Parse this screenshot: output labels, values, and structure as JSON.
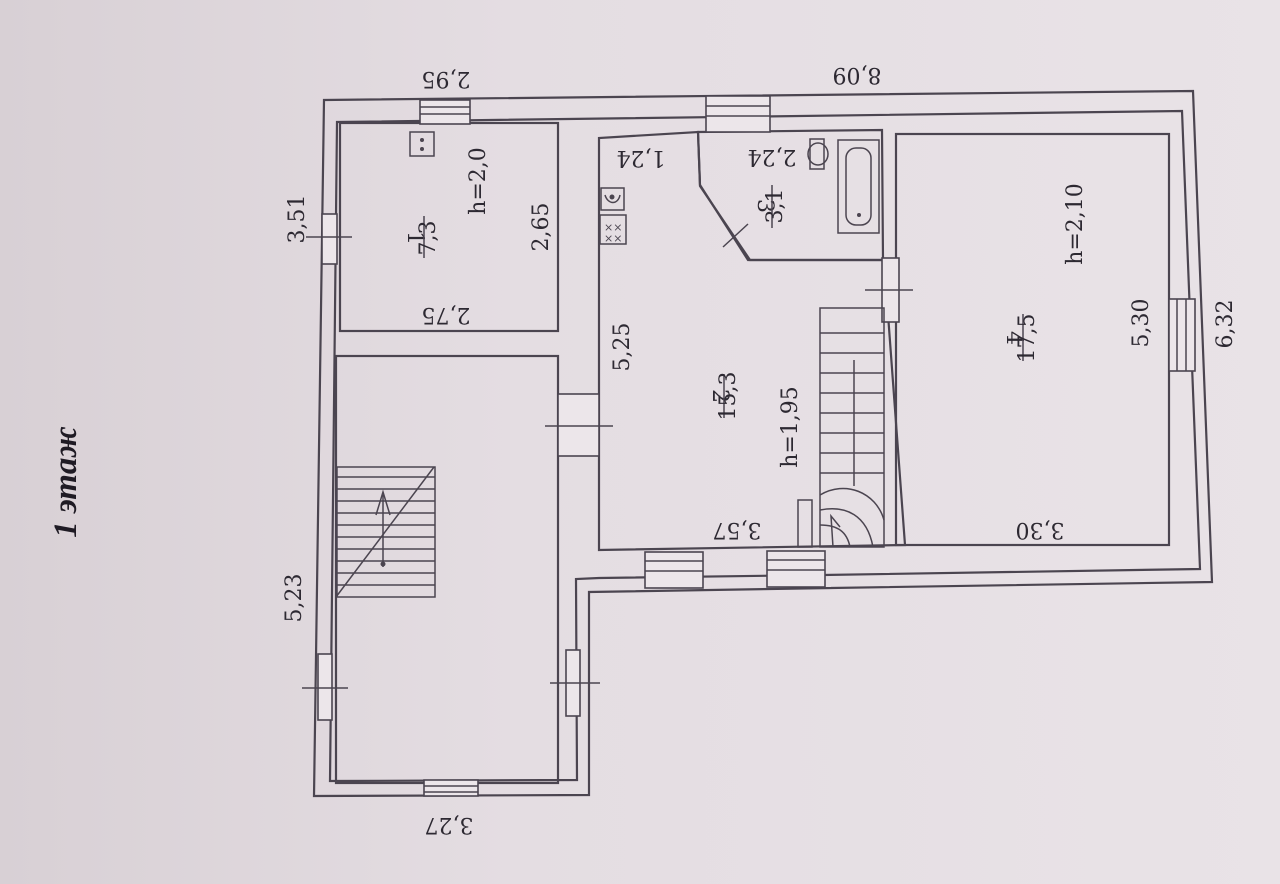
{
  "title": "1 этаж",
  "rooms": [
    {
      "number": "1",
      "area": "7,3",
      "height": "h=2,0"
    },
    {
      "number": "2",
      "area": "15,3",
      "height": "h=1,95"
    },
    {
      "number": "3",
      "area": "3,1"
    },
    {
      "number": "4",
      "area": "17,5",
      "height": "h=2,10"
    }
  ],
  "dimensions": {
    "top_295": "2,95",
    "top_809": "8,09",
    "left_351": "3,51",
    "left_523": "5,23",
    "room1_275": "2,75",
    "room1_265": "2,65",
    "room2_525": "5,25",
    "room2_357": "3,57",
    "room2_124": "1,24",
    "room3_224": "2,24",
    "room4_530": "5,30",
    "room4_330": "3,30",
    "right_632": "6,32",
    "bottom_327": "3,27"
  },
  "colors": {
    "paper": "#e7e0e5",
    "lines": "#4b4550",
    "text": "#2d2932"
  }
}
